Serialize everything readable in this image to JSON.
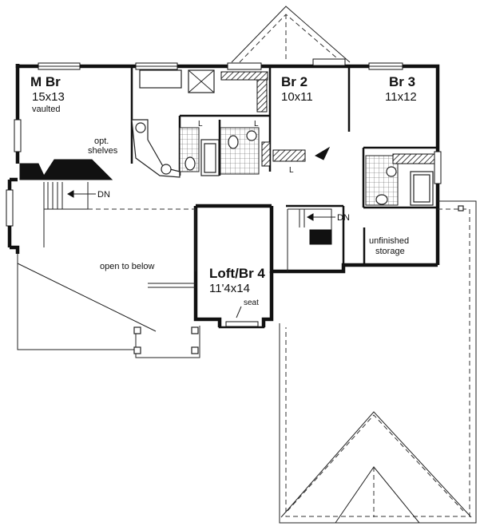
{
  "rooms": {
    "master": {
      "name": "M Br",
      "size": "15x13",
      "note": "vaulted"
    },
    "br2": {
      "name": "Br 2",
      "size": "10x11"
    },
    "br3": {
      "name": "Br 3",
      "size": "11x12"
    },
    "loft": {
      "name": "Loft/Br 4",
      "size": "11'4x14"
    }
  },
  "notes": {
    "opt_shelves_line1": "opt.",
    "opt_shelves_line2": "shelves",
    "dn_left": "DN",
    "dn_right": "DN",
    "open_below": "open to below",
    "seat": "seat",
    "storage_line1": "unfinished",
    "storage_line2": "storage",
    "l1": "L",
    "l2": "L",
    "l3": "L"
  }
}
